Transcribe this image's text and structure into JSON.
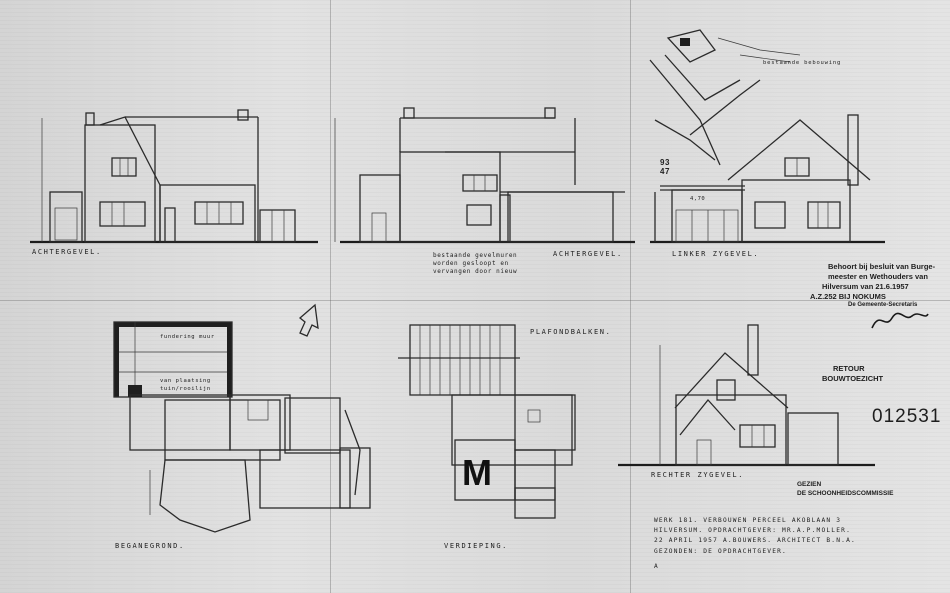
{
  "elevations": {
    "front": "ACHTERGEVEL.",
    "rear": "ACHTERGEVEL.",
    "left": "LINKER ZYGEVEL.",
    "right": "RECHTER ZYGEVEL."
  },
  "plans": {
    "ground": "BEGANEGROND.",
    "upper": "VERDIEPING.",
    "plafond": "PLAFONDBALKEN."
  },
  "notes": {
    "fundering_line1": "fundering muur",
    "fundering_line2": "van plaatsing",
    "fundering_line3": "tuin/rooilijn",
    "middle_note_1": "bestaande gevelmuren",
    "middle_note_2": "worden gesloopt en",
    "middle_note_3": "vervangen door nieuw",
    "site_label": "bestaande bebouwing",
    "annotation_93": "93\n47",
    "dim_label": "4,70"
  },
  "stamps": {
    "approval_line1": "Behoort bij besluit van Burge-",
    "approval_line2": "meester en Wethouders van",
    "approval_line3": "Hilversum van 21.6.1957",
    "approval_number": "A.Z.252 BIJ NOKUMS",
    "approval_sign": "De Gemeente-Secretaris",
    "retour_line1": "RETOUR",
    "retour_line2": "BOUWTOEZICHT",
    "number": "012531",
    "gezien_line1": "GEZIEN",
    "gezien_line2": "DE SCHOONHEIDSCOMMISSIE",
    "plan_mark": "M"
  },
  "titleblock": {
    "line1": "WERK 181. VERBOUWEN PERCEEL AKOBLAAN 3",
    "line2": "HILVERSUM. OPDRACHTGEVER: MR.A.P.MOLLER.",
    "line3": "22 APRIL 1957 A.BOUWERS. ARCHITECT B.N.A.",
    "line4": "GEZONDEN: DE OPDRACHTGEVER.",
    "line5": "A"
  }
}
